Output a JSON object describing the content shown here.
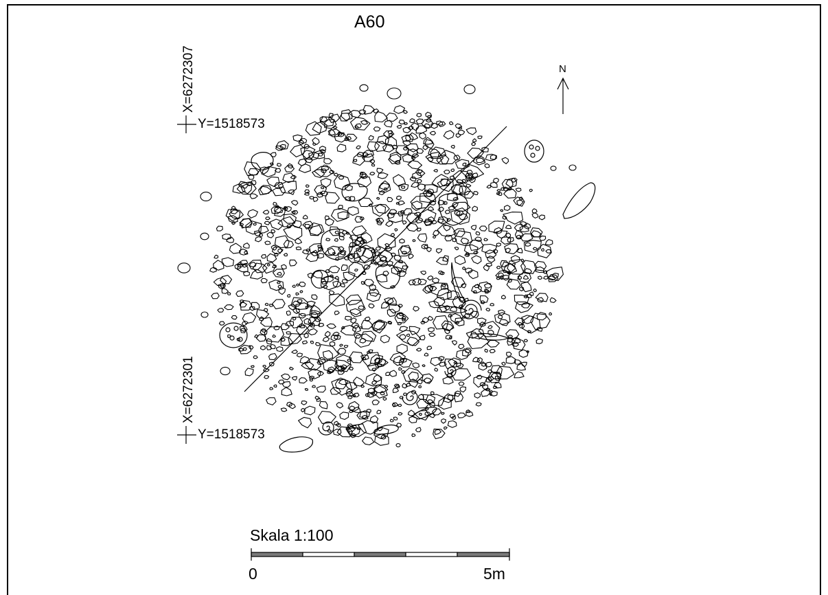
{
  "title": "A60",
  "north_label": "N",
  "coordinates": {
    "top_x": "X=6272307",
    "top_y": "Y=1518573",
    "bottom_x": "X=6272301",
    "bottom_y": "Y=1518573"
  },
  "scale": {
    "label": "Skala 1:100",
    "start": "0",
    "end": "5m",
    "segments": [
      "filled",
      "empty",
      "filled",
      "empty",
      "filled"
    ]
  },
  "colors": {
    "ink": "#000000",
    "background": "#ffffff",
    "scale_fill": "#7a7a7a"
  }
}
